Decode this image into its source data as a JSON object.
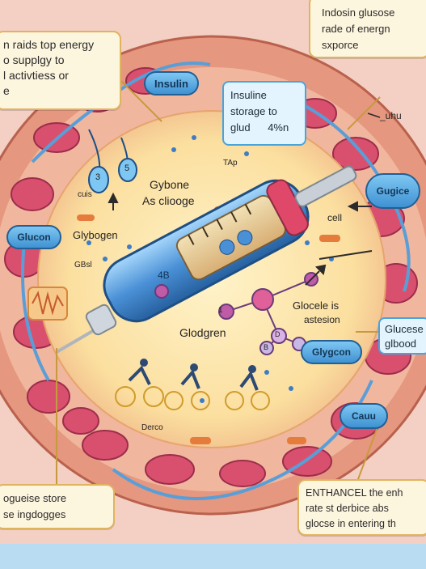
{
  "colors": {
    "background": "#f3cfc4",
    "cell_wall": "#e08c74",
    "cytoplasm": "#fde9b4",
    "organelle": "#d9506f",
    "membrane_blue": "#5a9ed8",
    "syringe_blue": "#4a90d6",
    "callout_border": "#e0b35f"
  },
  "callouts": {
    "top_left": [
      "n raids top energy",
      "o supplgy to",
      "l activtiess or",
      "e"
    ],
    "top_right": [
      "Indosin glusose",
      "rade of energn",
      "sxporce"
    ],
    "bottom_left": [
      "ogueise store",
      "se ingdogges"
    ],
    "bottom_right": [
      "ENTHANCEL the enh",
      "rate st derbice abs",
      "glocse in entering th"
    ]
  },
  "insulin_box": {
    "line1": "Insuline",
    "line2": "storage to",
    "line3": "glud",
    "value": "4%n"
  },
  "pills": {
    "insulin": "Insulin",
    "glucon": "Glucon",
    "gugice": "Gugice",
    "glygcon": "Glygcon",
    "cauu": "Cauu"
  },
  "labels": {
    "uhu": "_uhu",
    "cells": "cuis",
    "glybogen": "Glybogen",
    "gbsl": "GBsl",
    "gybone": "Gybone",
    "as_cliooge": "As cliooge",
    "tap": "TAp",
    "cell": "cell",
    "glodgren": "Glodgren",
    "glocele": "Glocele is",
    "astesion": "astesion",
    "derco": "Derco",
    "syringe_mark": "4B",
    "node_a": "3",
    "node_b": "5",
    "ball_small": "1",
    "mol_d": "D",
    "mol_b": "B"
  },
  "glucose_side_box": {
    "line1": "Glucese",
    "line2": "glbood"
  }
}
